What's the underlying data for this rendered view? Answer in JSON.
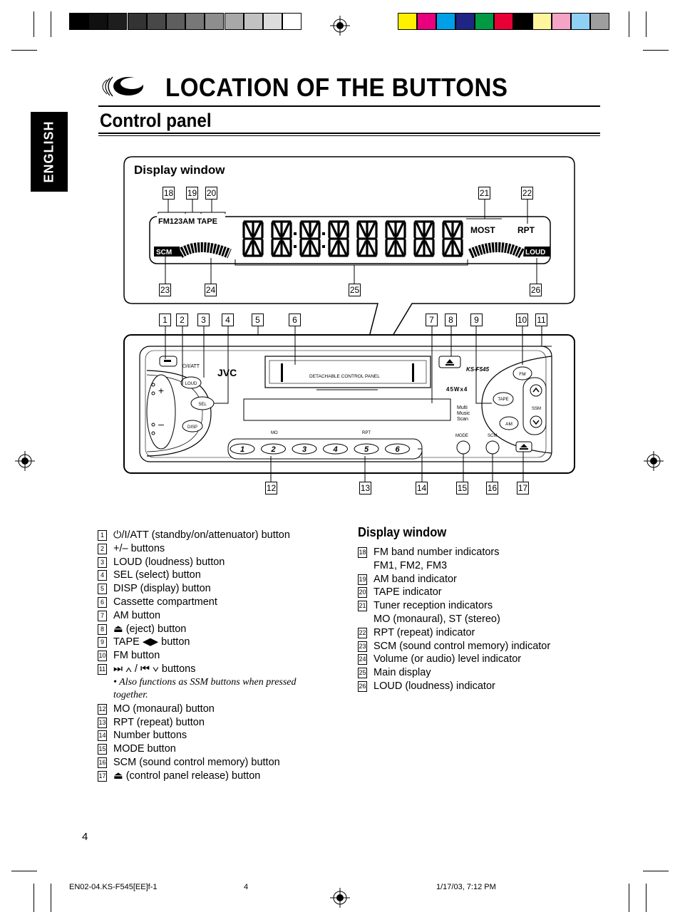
{
  "header": {
    "title": "LOCATION OF THE BUTTONS",
    "subtitle": "Control panel",
    "side_tab": "ENGLISH"
  },
  "colors": {
    "gray_swatches": [
      "#000000",
      "#101010",
      "#1e1e1e",
      "#333333",
      "#484848",
      "#5e5e5e",
      "#787878",
      "#8e8e8e",
      "#a8a8a8",
      "#c2c2c2",
      "#dcdcdc",
      "#ffffff"
    ],
    "color_swatches": [
      "#ffef00",
      "#e8007f",
      "#00a0e8",
      "#1e2585",
      "#009944",
      "#e60033",
      "#000000",
      "#fff59d",
      "#f5a3c7",
      "#8fd0f5",
      "#9e9e9e"
    ]
  },
  "figure": {
    "display_window_label": "Display window",
    "display_band_text": "FM123AM TAPE",
    "display_most": "MOST",
    "display_rpt": "RPT",
    "display_scm": "SCM",
    "display_loud": "LOUD",
    "callouts_display_top": [
      "18",
      "19",
      "20",
      "21",
      "22"
    ],
    "callouts_display_bottom": [
      "23",
      "24",
      "25",
      "26"
    ],
    "callouts_unit_top": [
      "1",
      "2",
      "3",
      "4",
      "5",
      "6",
      "7",
      "8",
      "9",
      "10",
      "11"
    ],
    "callouts_unit_bottom": [
      "12",
      "13",
      "14",
      "15",
      "16",
      "17"
    ],
    "unit": {
      "att_label": "⏻/I/ATT",
      "loud": "LOUD",
      "sel": "SEL",
      "disp": "DISP",
      "brand": "JVC",
      "detachable": "DETACHABLE CONTROL PANEL",
      "model": "KS-F545",
      "power": "45Wx4",
      "multi": "Multi",
      "music": "Music",
      "scan": "Scan",
      "fm": "FM",
      "tape": "TAPE",
      "am": "AM",
      "ssm": "SSM",
      "mo": "MO",
      "rpt": "RPT",
      "mode": "MODE",
      "scm": "SCM",
      "presets": [
        "1",
        "2",
        "3",
        "4",
        "5",
        "6"
      ]
    }
  },
  "buttons_list": [
    {
      "num": "1",
      "text": "⏻/I/ATT (standby/on/attenuator) button"
    },
    {
      "num": "2",
      "text": "+/– buttons"
    },
    {
      "num": "3",
      "text": "LOUD (loudness) button"
    },
    {
      "num": "4",
      "text": "SEL (select) button"
    },
    {
      "num": "5",
      "text": "DISP (display) button"
    },
    {
      "num": "6",
      "text": "Cassette compartment"
    },
    {
      "num": "7",
      "text": "AM button"
    },
    {
      "num": "8",
      "text": "⏏ (eject) button"
    },
    {
      "num": "9",
      "text": "TAPE ◀▶ button"
    },
    {
      "num": "10",
      "text": "FM button"
    },
    {
      "num": "11",
      "text": "⏭ ∧ / ⏮ ∨ buttons"
    },
    {
      "num": "12",
      "text": "MO (monaural) button"
    },
    {
      "num": "13",
      "text": "RPT (repeat) button"
    },
    {
      "num": "14",
      "text": "Number buttons"
    },
    {
      "num": "15",
      "text": "MODE button"
    },
    {
      "num": "16",
      "text": "SCM (sound control memory) button"
    },
    {
      "num": "17",
      "text": "⏏ (control panel release) button"
    }
  ],
  "note_11": "• Also functions as SSM buttons when pressed together.",
  "display_section": {
    "heading": "Display window",
    "items": [
      {
        "num": "18",
        "text": "FM band number indicators",
        "cont": "FM1, FM2, FM3"
      },
      {
        "num": "19",
        "text": "AM band indicator"
      },
      {
        "num": "20",
        "text": "TAPE indicator"
      },
      {
        "num": "21",
        "text": "Tuner reception indicators",
        "cont": "MO (monaural), ST (stereo)"
      },
      {
        "num": "22",
        "text": "RPT (repeat) indicator"
      },
      {
        "num": "23",
        "text": "SCM (sound control memory) indicator"
      },
      {
        "num": "24",
        "text": "Volume (or audio) level indicator"
      },
      {
        "num": "25",
        "text": "Main display"
      },
      {
        "num": "26",
        "text": "LOUD (loudness) indicator"
      }
    ]
  },
  "page_number": "4",
  "footer": {
    "left": "EN02-04.KS-F545[EE]f-1",
    "center": "4",
    "right": "1/17/03, 7:12 PM"
  }
}
